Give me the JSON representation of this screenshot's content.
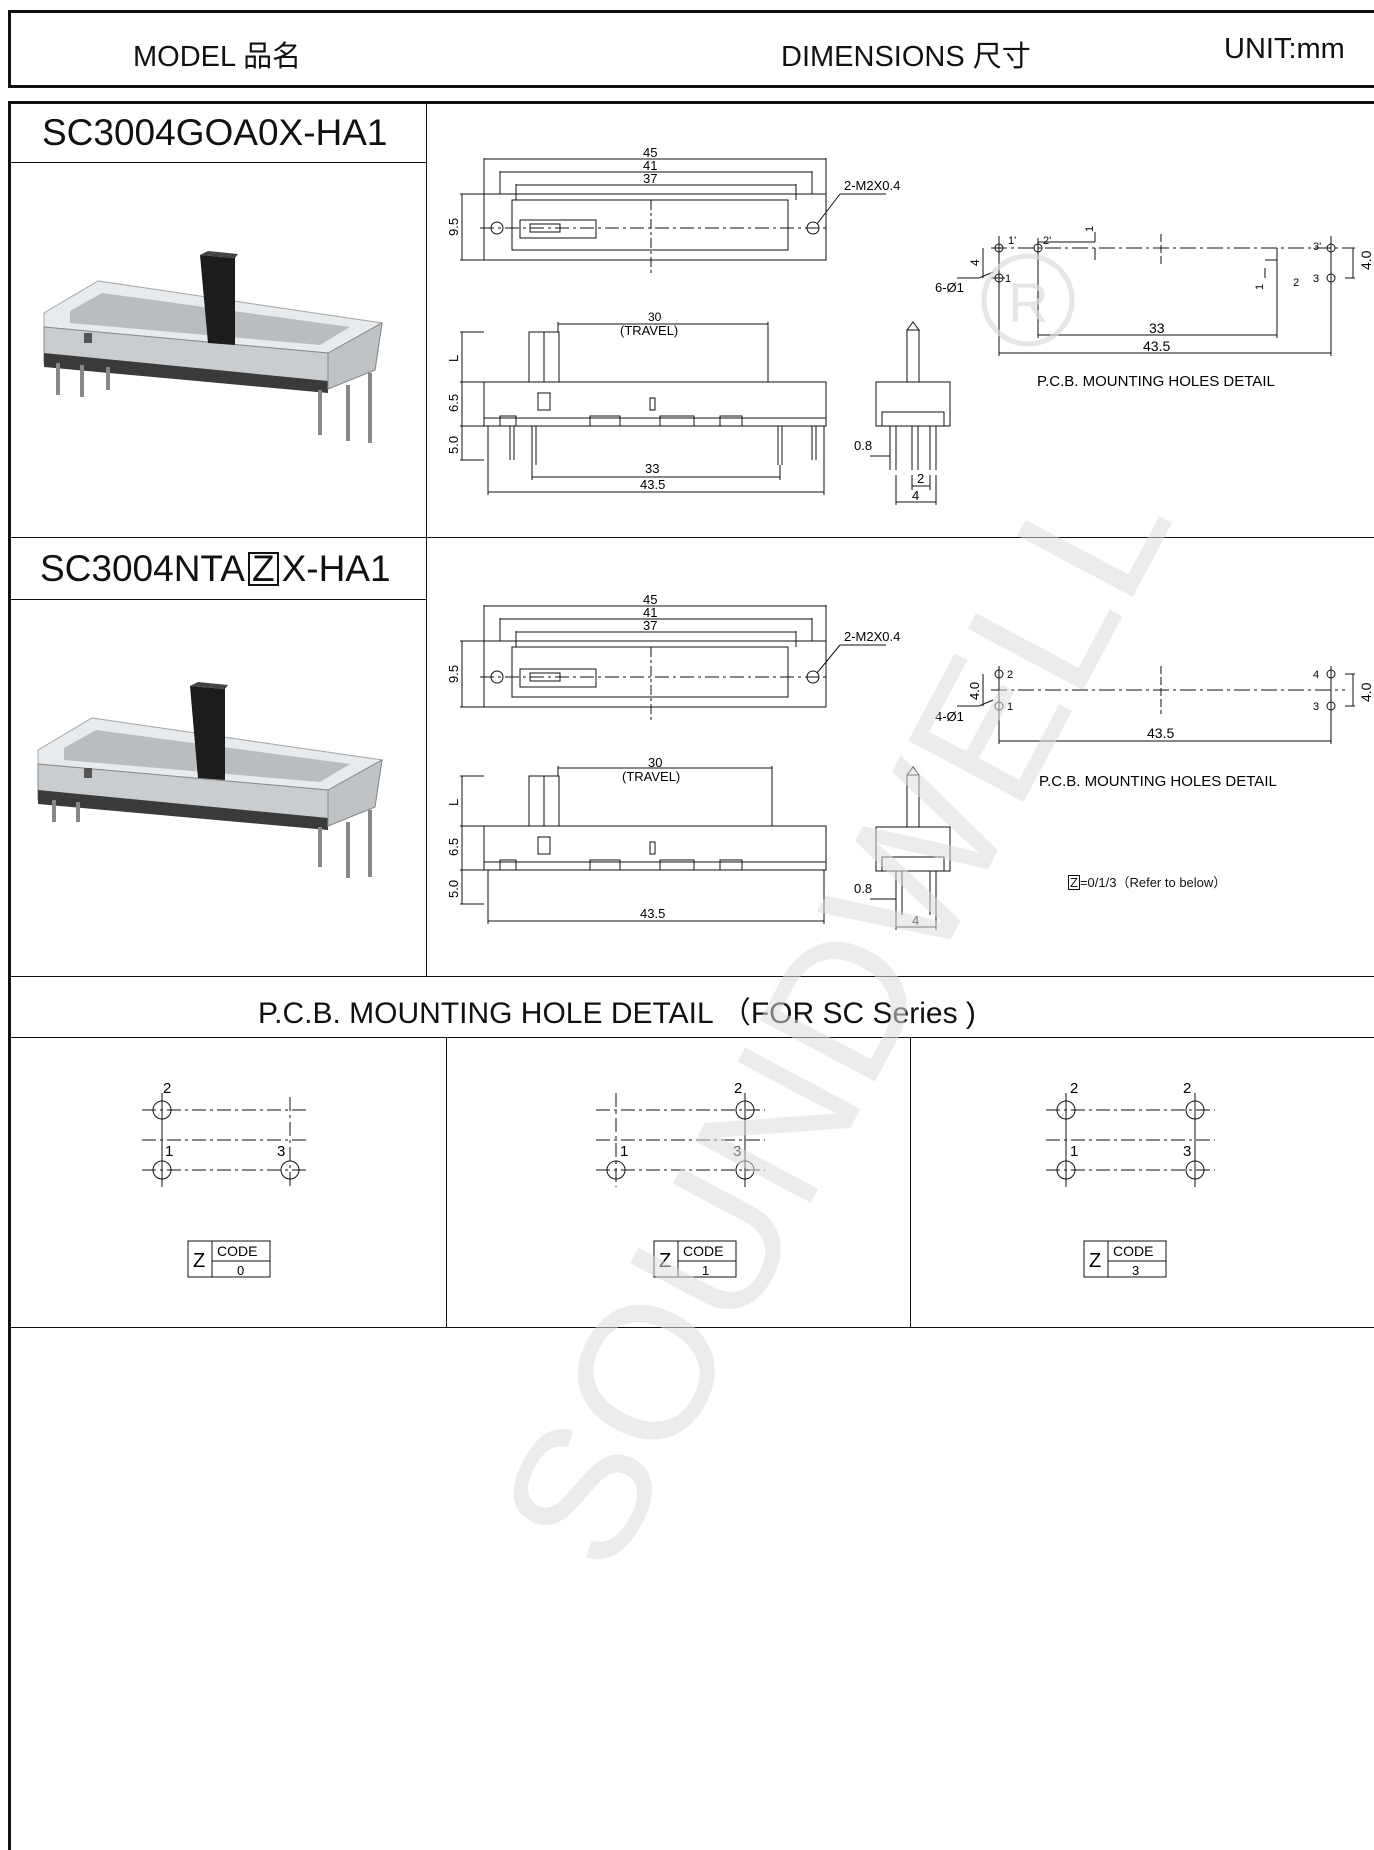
{
  "header": {
    "model_label": "MODEL 品名",
    "dimensions_label": "DIMENSIONS 尺寸",
    "unit_label": "UNIT:mm"
  },
  "products": [
    {
      "model": "SC3004GOA0X-HA1",
      "top_view": {
        "dim_45": "45",
        "dim_41": "41",
        "dim_37": "37",
        "screw": "2-M2X0.4",
        "height": "9.5"
      },
      "side_view": {
        "travel_value": "30",
        "travel_label": "(TRAVEL)",
        "dim_l": "L",
        "dim_65": "6.5",
        "dim_50": "5.0",
        "dim_33": "33",
        "dim_435": "43.5"
      },
      "end_view": {
        "dim_08": "0.8",
        "dim_2": "2",
        "dim_4": "4"
      },
      "pcb": {
        "holes_label": "6-Ø1",
        "dim_4": "4",
        "dim_40": "4.0",
        "dim_1a": "1",
        "dim_1b": "1",
        "dim_33": "33",
        "dim_435": "43.5",
        "pin_1p": "1'",
        "pin_1": "1",
        "pin_2p": "2'",
        "pin_2": "2",
        "pin_3p": "3'",
        "pin_3": "3",
        "title": "P.C.B. MOUNTING HOLES DETAIL"
      }
    },
    {
      "model_prefix": "SC3004NTA",
      "model_box": "Z",
      "model_suffix": "X-HA1",
      "top_view": {
        "dim_45": "45",
        "dim_41": "41",
        "dim_37": "37",
        "screw": "2-M2X0.4",
        "height": "9.5"
      },
      "side_view": {
        "travel_value": "30",
        "travel_label": "(TRAVEL)",
        "dim_l": "L",
        "dim_65": "6.5",
        "dim_50": "5.0",
        "dim_435": "43.5"
      },
      "end_view": {
        "dim_08": "0.8",
        "dim_4": "4"
      },
      "pcb": {
        "holes_label": "4-Ø1",
        "dim_40a": "4.0",
        "dim_40b": "4.0",
        "dim_435": "43.5",
        "pin_1": "1",
        "pin_2": "2",
        "pin_3": "3",
        "pin_4": "4",
        "title": "P.C.B. MOUNTING HOLES DETAIL"
      },
      "note_box": "Z",
      "note": "=0/1/3（Refer to below）"
    }
  ],
  "section": {
    "title": "P.C.B. MOUNTING HOLE DETAIL （FOR SC Series )"
  },
  "codes": [
    {
      "z": "Z",
      "code_label": "CODE",
      "code_value": "0",
      "pins": [
        "2",
        "1",
        "3"
      ]
    },
    {
      "z": "Z",
      "code_label": "CODE",
      "code_value": "1",
      "pins": [
        "2",
        "1",
        "3"
      ]
    },
    {
      "z": "Z",
      "code_label": "CODE",
      "code_value": "3",
      "pins": [
        "2",
        "2",
        "1",
        "3"
      ]
    }
  ],
  "watermark": {
    "text": "SOUNDWELL",
    "mark": "R"
  }
}
